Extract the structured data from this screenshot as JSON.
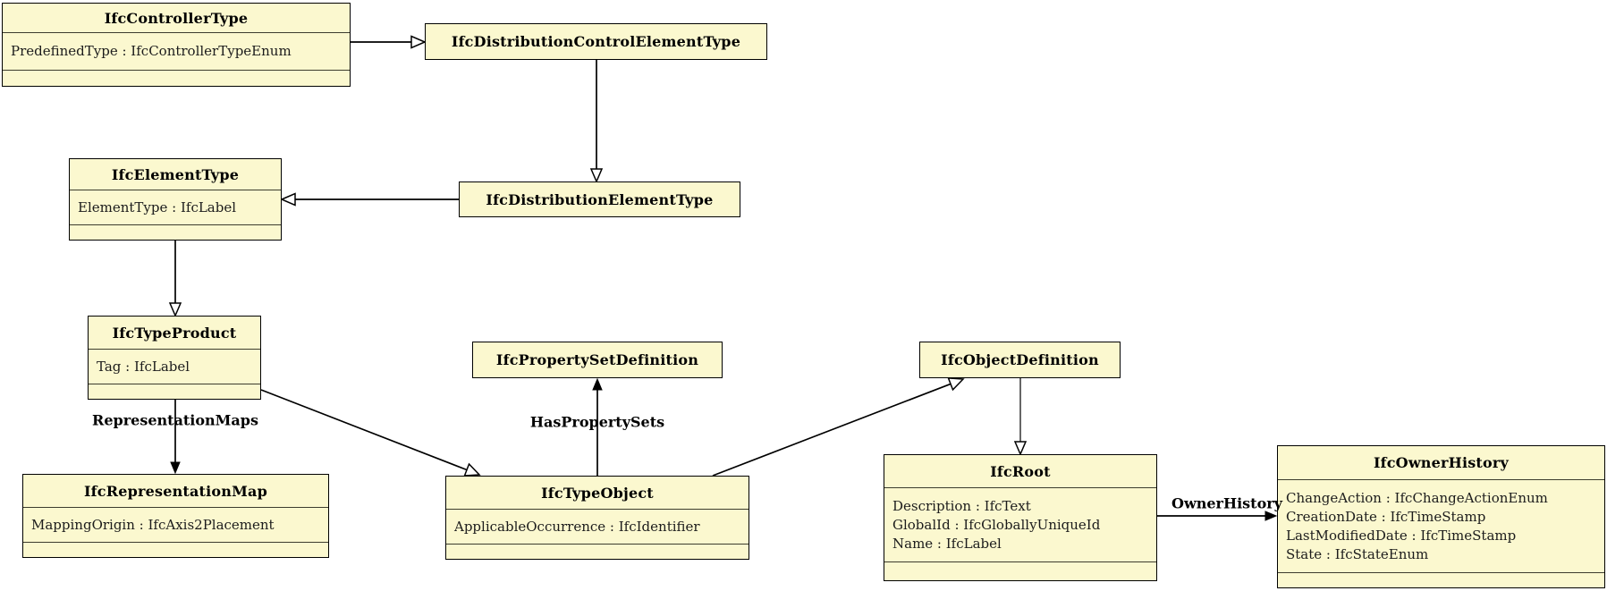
{
  "colors": {
    "box_fill": "#FBF8CF",
    "box_border": "#000000",
    "separator": "#3c3c2e",
    "line_color": "#000000",
    "background": "#FFFFFF"
  },
  "classes": [
    {
      "name": "IfcControllerType",
      "attributes": [
        "PredefinedType : IfcControllerTypeEnum"
      ]
    },
    {
      "name": "IfcDistributionControlElementType",
      "attributes": []
    },
    {
      "name": "IfcElementType",
      "attributes": [
        "ElementType : IfcLabel"
      ]
    },
    {
      "name": "IfcDistributionElementType",
      "attributes": []
    },
    {
      "name": "IfcTypeProduct",
      "attributes": [
        "Tag : IfcLabel"
      ]
    },
    {
      "name": "IfcPropertySetDefinition",
      "attributes": []
    },
    {
      "name": "IfcObjectDefinition",
      "attributes": []
    },
    {
      "name": "IfcRepresentationMap",
      "attributes": [
        "MappingOrigin : IfcAxis2Placement"
      ]
    },
    {
      "name": "IfcTypeObject",
      "attributes": [
        "ApplicableOccurrence : IfcIdentifier"
      ]
    },
    {
      "name": "IfcRoot",
      "attributes": [
        "Description : IfcText",
        "GlobalId : IfcGloballyUniqueId",
        "Name : IfcLabel"
      ]
    },
    {
      "name": "IfcOwnerHistory",
      "attributes": [
        "ChangeAction : IfcChangeActionEnum",
        "CreationDate : IfcTimeStamp",
        "LastModifiedDate : IfcTimeStamp",
        "State : IfcStateEnum"
      ]
    }
  ],
  "edge_labels": {
    "representation_maps": "RepresentationMaps",
    "has_property_sets": "HasPropertySets",
    "owner_history": "OwnerHistory"
  },
  "relationships": [
    {
      "from": "IfcControllerType",
      "to": "IfcDistributionControlElementType",
      "type": "inheritance"
    },
    {
      "from": "IfcDistributionControlElementType",
      "to": "IfcDistributionElementType",
      "type": "inheritance"
    },
    {
      "from": "IfcDistributionElementType",
      "to": "IfcElementType",
      "type": "inheritance"
    },
    {
      "from": "IfcElementType",
      "to": "IfcTypeProduct",
      "type": "inheritance"
    },
    {
      "from": "IfcTypeProduct",
      "to": "IfcRepresentationMap",
      "type": "association",
      "label": "RepresentationMaps"
    },
    {
      "from": "IfcTypeProduct",
      "to": "IfcTypeObject",
      "type": "inheritance"
    },
    {
      "from": "IfcTypeObject",
      "to": "IfcPropertySetDefinition",
      "type": "association",
      "label": "HasPropertySets"
    },
    {
      "from": "IfcTypeObject",
      "to": "IfcObjectDefinition",
      "type": "inheritance"
    },
    {
      "from": "IfcObjectDefinition",
      "to": "IfcRoot",
      "type": "inheritance"
    },
    {
      "from": "IfcRoot",
      "to": "IfcOwnerHistory",
      "type": "association",
      "label": "OwnerHistory"
    }
  ]
}
